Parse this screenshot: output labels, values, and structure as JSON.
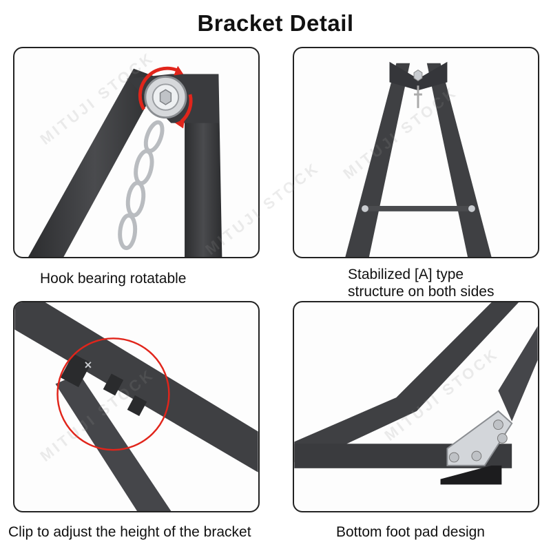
{
  "header": {
    "title": "Bracket Detail"
  },
  "panels": [
    {
      "caption": "Hook bearing rotatable"
    },
    {
      "caption_line1": "Stabilized [A] type",
      "caption_line2": "structure on both sides"
    },
    {
      "caption": "Clip to adjust the height of the bracket"
    },
    {
      "caption": "Bottom foot pad design"
    }
  ],
  "watermark": {
    "text": "MITUJI STOCK"
  },
  "colors": {
    "tube": "#3f4043",
    "tube_dark": "#2a2b2d",
    "accent_red": "#e1251b",
    "steel": "#c9ccd0"
  }
}
